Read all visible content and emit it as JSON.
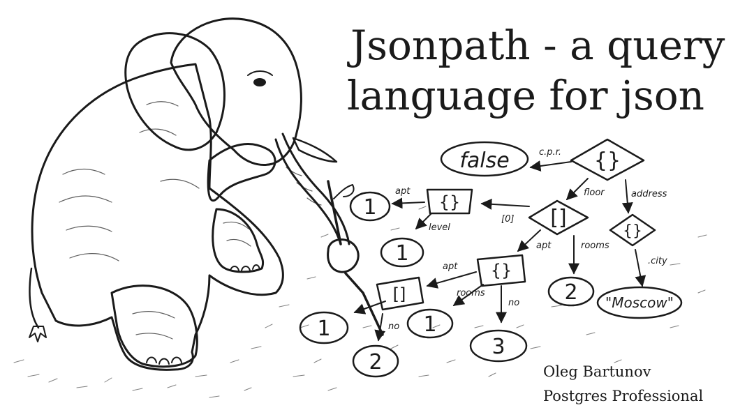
{
  "slide": {
    "title_line_1": "Jsonpath - a query",
    "title_line_2": "language  for json",
    "author": "Oleg Bartunov",
    "organization": "Postgres Professional"
  },
  "diagram": {
    "nodes": {
      "root_object": "{}",
      "false_value": "false",
      "floor_array": "[]",
      "address_object": "{}",
      "city_value": "\"Moscow\"",
      "rooms_value_2": "2",
      "apt_object_left": "{}",
      "apt_value_1": "1",
      "level_value_1": "1",
      "apt_object_mid": "{}",
      "apt_array": "[]",
      "rooms_value_1": "1",
      "no_value_3": "3",
      "array_value_1": "1",
      "array_value_2": "2"
    },
    "edges": {
      "cpr": "c.p.r.",
      "floor": "floor",
      "address": "address",
      "index_0_top": "[0]",
      "city": ".city",
      "apt_top": "apt",
      "level": "level",
      "apt_mid": "apt",
      "rooms": "rooms",
      "apt_low": "apt",
      "rooms_low": "rooms",
      "no_mid": "no",
      "no_low": "no"
    }
  }
}
